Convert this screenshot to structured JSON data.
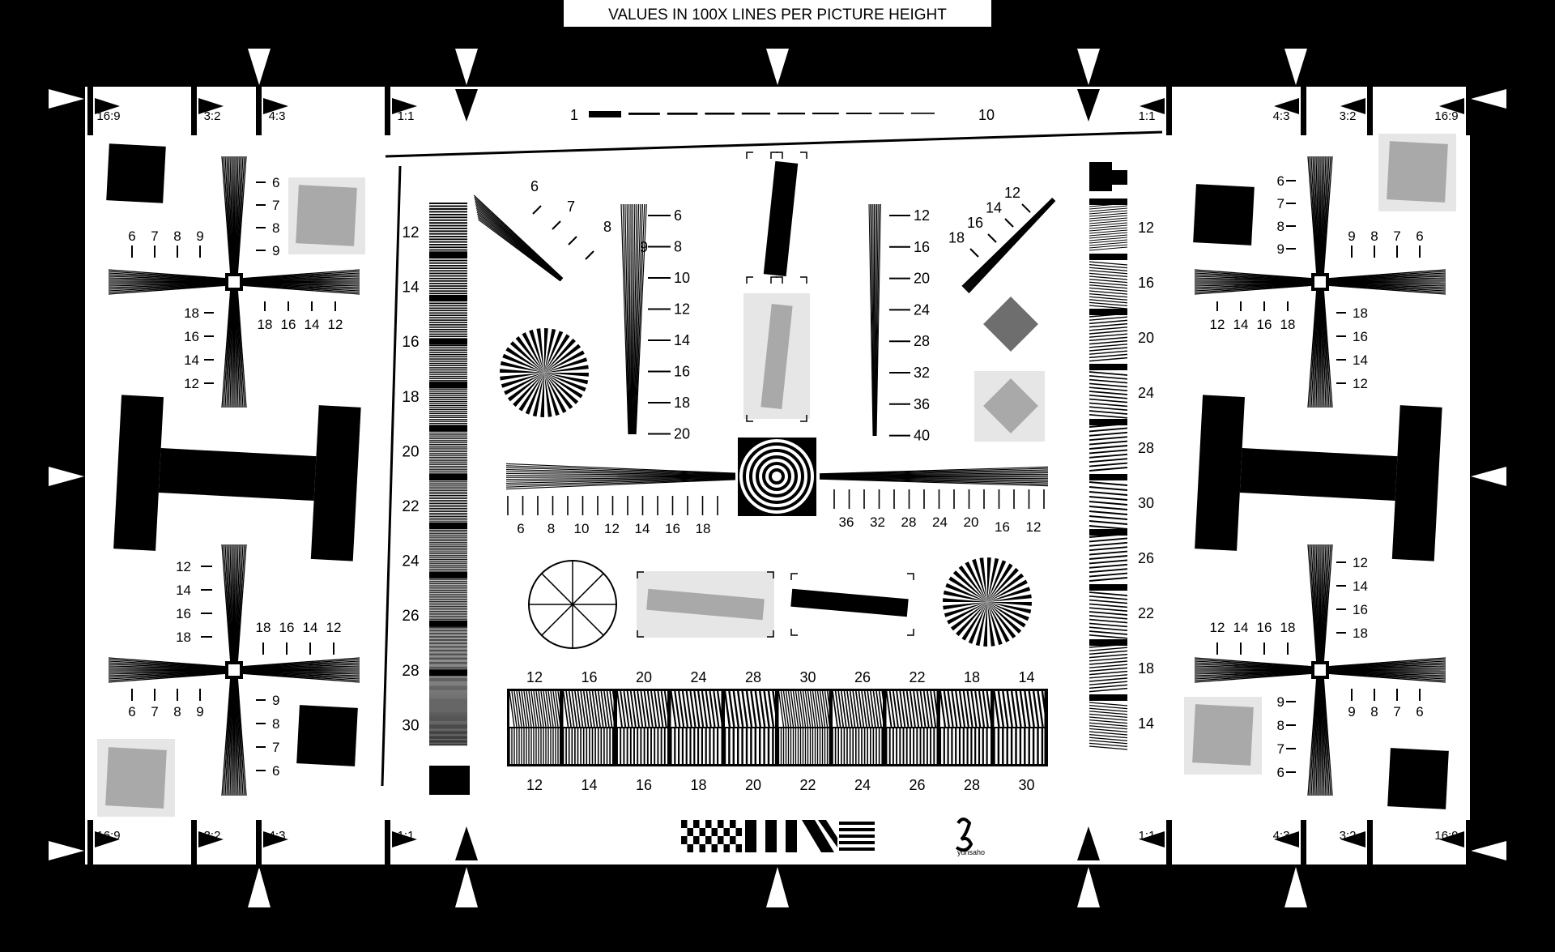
{
  "header": {
    "title": "VALUES IN 100X LINES PER PICTURE HEIGHT"
  },
  "colors": {
    "black": "#000000",
    "white": "#ffffff",
    "gray": "#a9a9a9",
    "light_gray": "#e6e6e6",
    "dark_gray": "#6e6e6e"
  },
  "aspect_marks": {
    "left": [
      "16:9",
      "3:2",
      "4:3",
      "1:1"
    ],
    "right": [
      "1:1",
      "4:3",
      "3:2",
      "16:9"
    ]
  },
  "length_scale": {
    "start": "1",
    "end": "10"
  },
  "tl_cross": {
    "horiz_ticks": [
      "6",
      "7",
      "8",
      "9"
    ],
    "vert_ticks": [
      "6",
      "7",
      "8",
      "9"
    ],
    "vert_ticks_low": [
      "18",
      "16",
      "14",
      "12"
    ],
    "horiz_ticks_right": [
      "18",
      "16",
      "14",
      "12"
    ]
  },
  "bl_cross": {
    "vert_ticks": [
      "12",
      "14",
      "16",
      "18"
    ],
    "horiz_ticks_right": [
      "18",
      "16",
      "14",
      "12"
    ],
    "horiz_ticks": [
      "6",
      "7",
      "8",
      "9"
    ],
    "vert_ticks_low": [
      "9",
      "8",
      "7",
      "6"
    ]
  },
  "tr_cross": {
    "vert_ticks": [
      "6",
      "7",
      "8",
      "9"
    ],
    "horiz_ticks": [
      "9",
      "8",
      "7",
      "6"
    ],
    "horiz_ticks_left": [
      "12",
      "14",
      "16",
      "18"
    ],
    "vert_ticks_low": [
      "18",
      "16",
      "14",
      "12"
    ]
  },
  "br_cross": {
    "vert_ticks": [
      "12",
      "14",
      "16",
      "18"
    ],
    "horiz_ticks_left": [
      "12",
      "14",
      "16",
      "18"
    ],
    "vert_ticks_low": [
      "9",
      "8",
      "7",
      "6"
    ],
    "horiz_ticks": [
      "9",
      "8",
      "7",
      "6"
    ]
  },
  "left_bar_scale": [
    "12",
    "14",
    "16",
    "18",
    "20",
    "22",
    "24",
    "26",
    "28",
    "30"
  ],
  "right_bar_scale": [
    "12",
    "16",
    "20",
    "24",
    "28",
    "30",
    "26",
    "22",
    "18",
    "14"
  ],
  "wedge_a": [
    "6",
    "7",
    "8",
    "9"
  ],
  "vwedge_a": [
    "6",
    "8",
    "10",
    "12",
    "14",
    "16",
    "18",
    "20"
  ],
  "vwedge_b": [
    "12",
    "16",
    "20",
    "24",
    "28",
    "32",
    "36",
    "40"
  ],
  "wedge_b": [
    "12",
    "14",
    "16",
    "18"
  ],
  "hwedge_left": [
    "6",
    "8",
    "10",
    "12",
    "14",
    "16",
    "18"
  ],
  "hwedge_right": [
    "36",
    "32",
    "28",
    "24",
    "20",
    "16",
    "12"
  ],
  "grid_top": [
    "12",
    "16",
    "20",
    "24",
    "28",
    "30",
    "26",
    "22",
    "18",
    "14"
  ],
  "grid_bottom": [
    "12",
    "14",
    "16",
    "18",
    "20",
    "22",
    "24",
    "26",
    "28",
    "30"
  ],
  "logo": {
    "text": "yunsaho"
  }
}
